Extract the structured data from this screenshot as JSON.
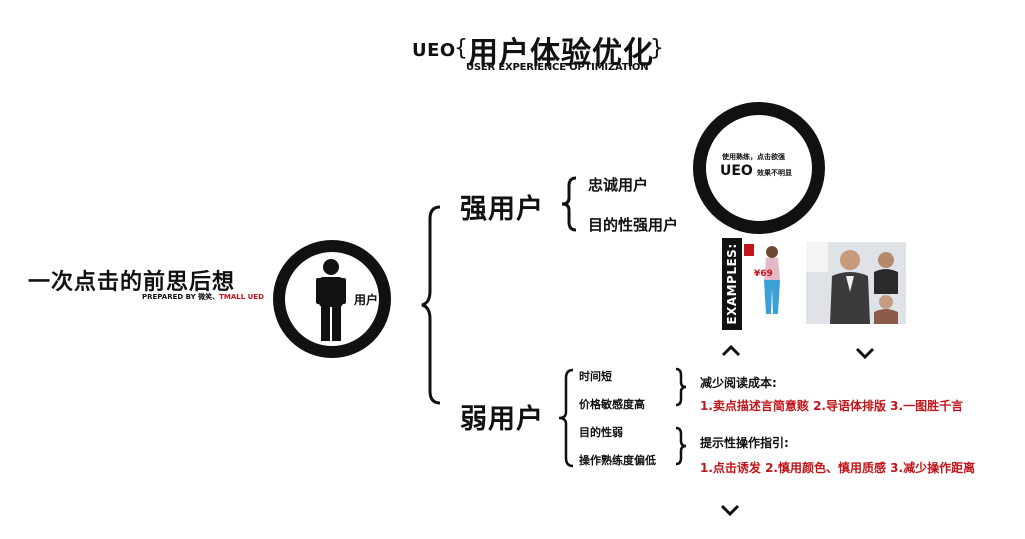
{
  "header": {
    "ueo": "UEO",
    "brace_left": "{",
    "title": "用户体验优化",
    "brace_right": "}",
    "subtitle": "USER EXPERIENCE OPTIMIZATION"
  },
  "left": {
    "title": "一次点击的前思后想",
    "prepared_prefix": "PREPARED BY 微笑、",
    "prepared_org": "TMALL UED"
  },
  "user": {
    "label": "用户"
  },
  "strong": {
    "label": "强用户",
    "items": [
      "忠诚用户",
      "目的性强用户"
    ]
  },
  "ring": {
    "line1": "使用熟练，点击欲强",
    "ueo": "UEO",
    "line2": "效果不明显"
  },
  "examples": {
    "label": "EXAMPLES:",
    "badge": "¥69"
  },
  "weak": {
    "label": "弱用户",
    "items": [
      "时间短",
      "价格敏感度高",
      "目的性弱",
      "操作熟练度偏低"
    ]
  },
  "reduce": {
    "title": "减少阅读成本:",
    "points": "1.卖点描述言简意赅  2.导语体排版  3.一图胜千言"
  },
  "guide": {
    "title": "提示性操作指引:",
    "points": "1.点击诱发  2.慎用颜色、慎用质感  3.减少操作距离"
  },
  "colors": {
    "accent_red": "#c0161b",
    "ink": "#111111"
  }
}
